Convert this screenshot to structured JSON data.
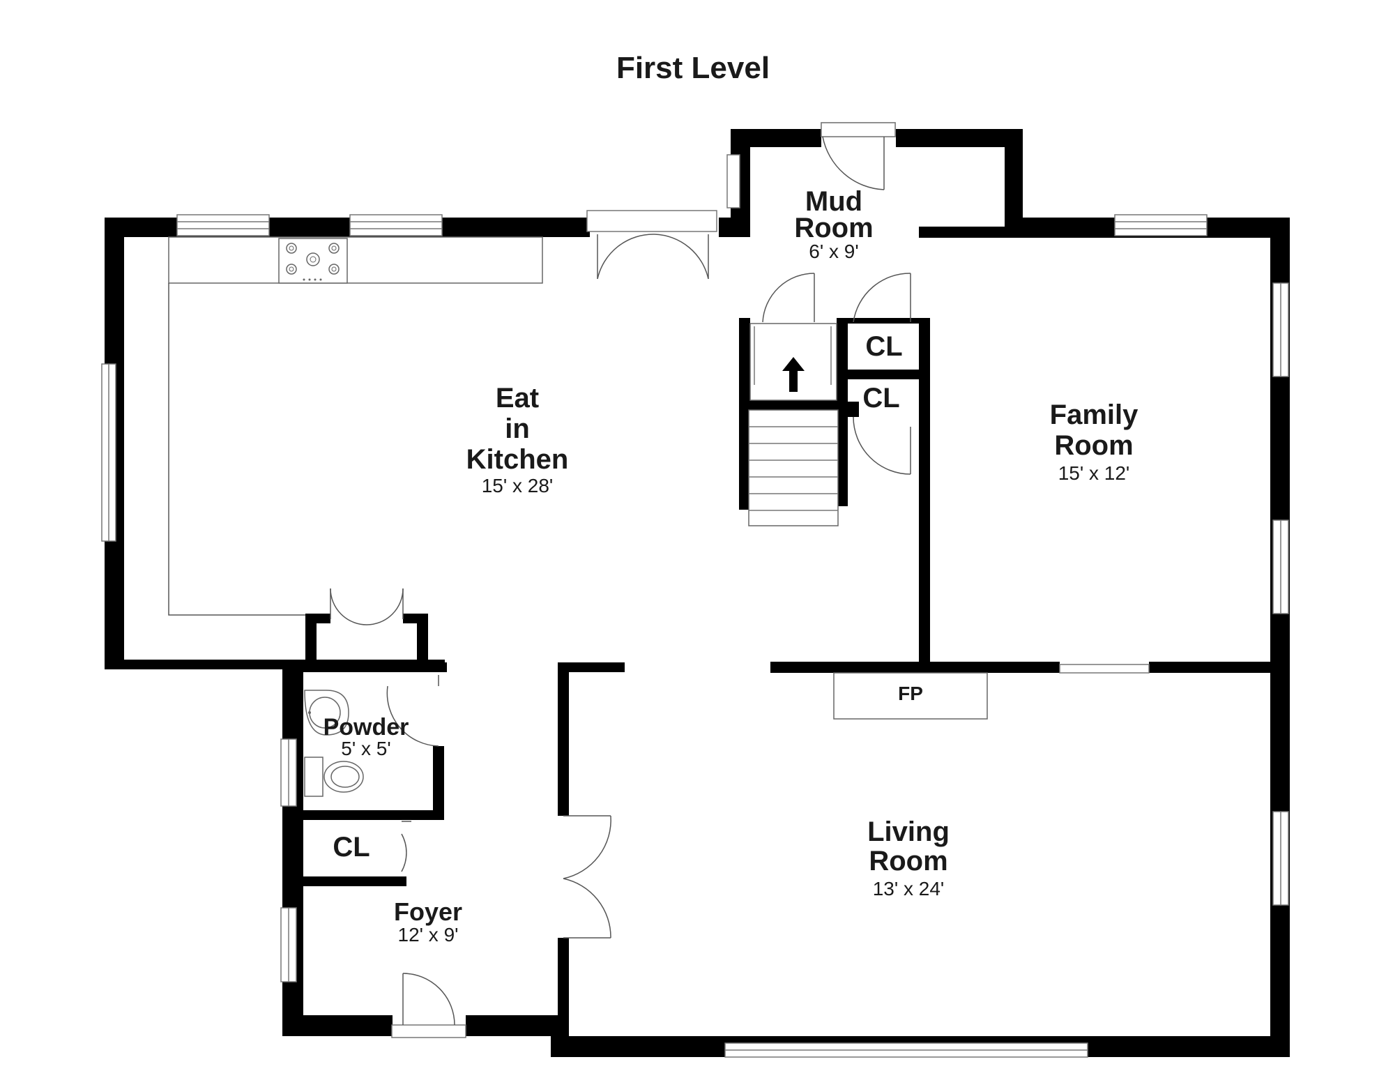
{
  "title": "First Level",
  "rooms": {
    "mud_room": {
      "name_line1": "Mud",
      "name_line2": "Room",
      "dims": "6' x 9'"
    },
    "kitchen": {
      "name_line1": "Eat",
      "name_line2": "in",
      "name_line3": "Kitchen",
      "dims": "15' x 28'"
    },
    "family_room": {
      "name_line1": "Family",
      "name_line2": "Room",
      "dims": "15' x 12'"
    },
    "powder": {
      "name": "Powder",
      "dims": "5' x 5'"
    },
    "living_room": {
      "name_line1": "Living",
      "name_line2": "Room",
      "dims": "13' x 24'"
    },
    "foyer": {
      "name": "Foyer",
      "dims": "12' x 9'"
    }
  },
  "closets": {
    "mud_upper": "CL",
    "mud_lower": "CL",
    "foyer": "CL"
  },
  "fireplace": "FP",
  "colors": {
    "wall": "#000000",
    "line": "#666666",
    "background": "#ffffff"
  }
}
